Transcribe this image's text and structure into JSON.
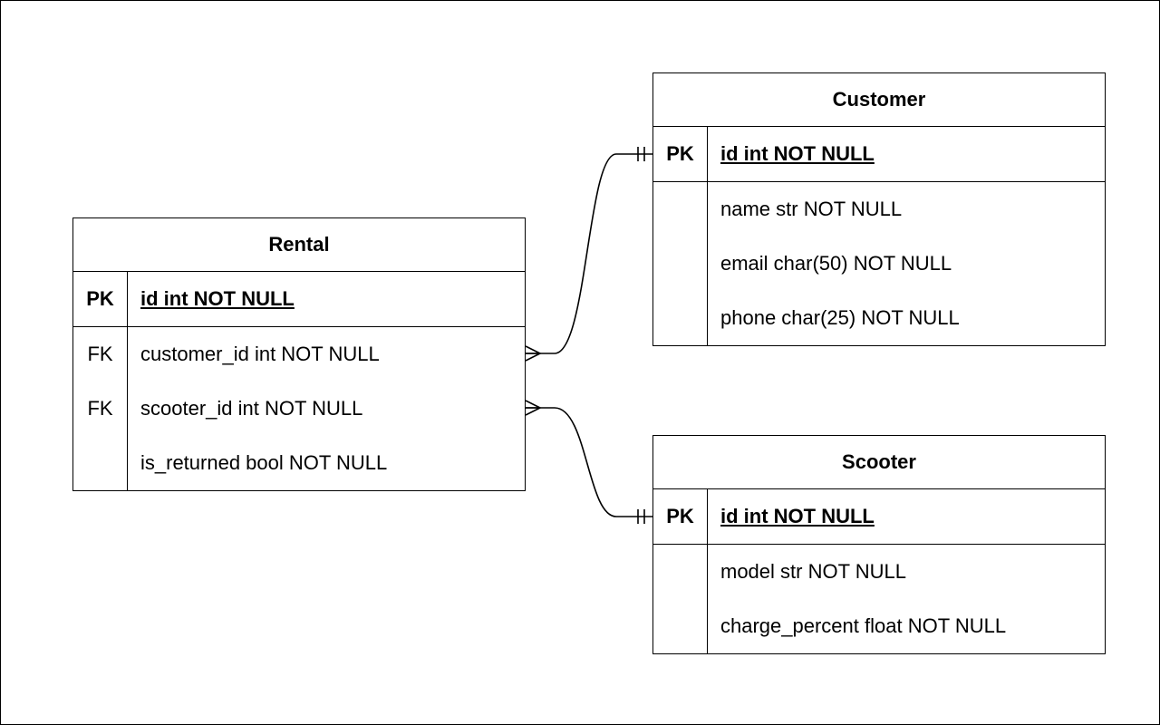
{
  "entities": {
    "rental": {
      "title": "Rental",
      "pk": {
        "key": "PK",
        "field": "id int NOT NULL"
      },
      "rows": [
        {
          "key": "FK",
          "field": "customer_id int NOT NULL"
        },
        {
          "key": "FK",
          "field": "scooter_id int NOT NULL"
        },
        {
          "key": "",
          "field": "is_returned bool NOT NULL"
        }
      ]
    },
    "customer": {
      "title": "Customer",
      "pk": {
        "key": "PK",
        "field": "id int NOT NULL"
      },
      "rows": [
        {
          "key": "",
          "field": "name str NOT NULL"
        },
        {
          "key": "",
          "field": "email char(50) NOT NULL"
        },
        {
          "key": "",
          "field": "phone char(25) NOT NULL"
        }
      ]
    },
    "scooter": {
      "title": "Scooter",
      "pk": {
        "key": "PK",
        "field": "id int NOT NULL"
      },
      "rows": [
        {
          "key": "",
          "field": "model str NOT NULL"
        },
        {
          "key": "",
          "field": "charge_percent float NOT NULL"
        }
      ]
    }
  },
  "relationships": [
    {
      "from": "rental.customer_id",
      "to": "customer.id",
      "from_cardinality": "many",
      "to_cardinality": "one-and-only-one"
    },
    {
      "from": "rental.scooter_id",
      "to": "scooter.id",
      "from_cardinality": "many",
      "to_cardinality": "one-and-only-one"
    }
  ],
  "colors": {
    "line": "#000000",
    "background": "#ffffff"
  }
}
